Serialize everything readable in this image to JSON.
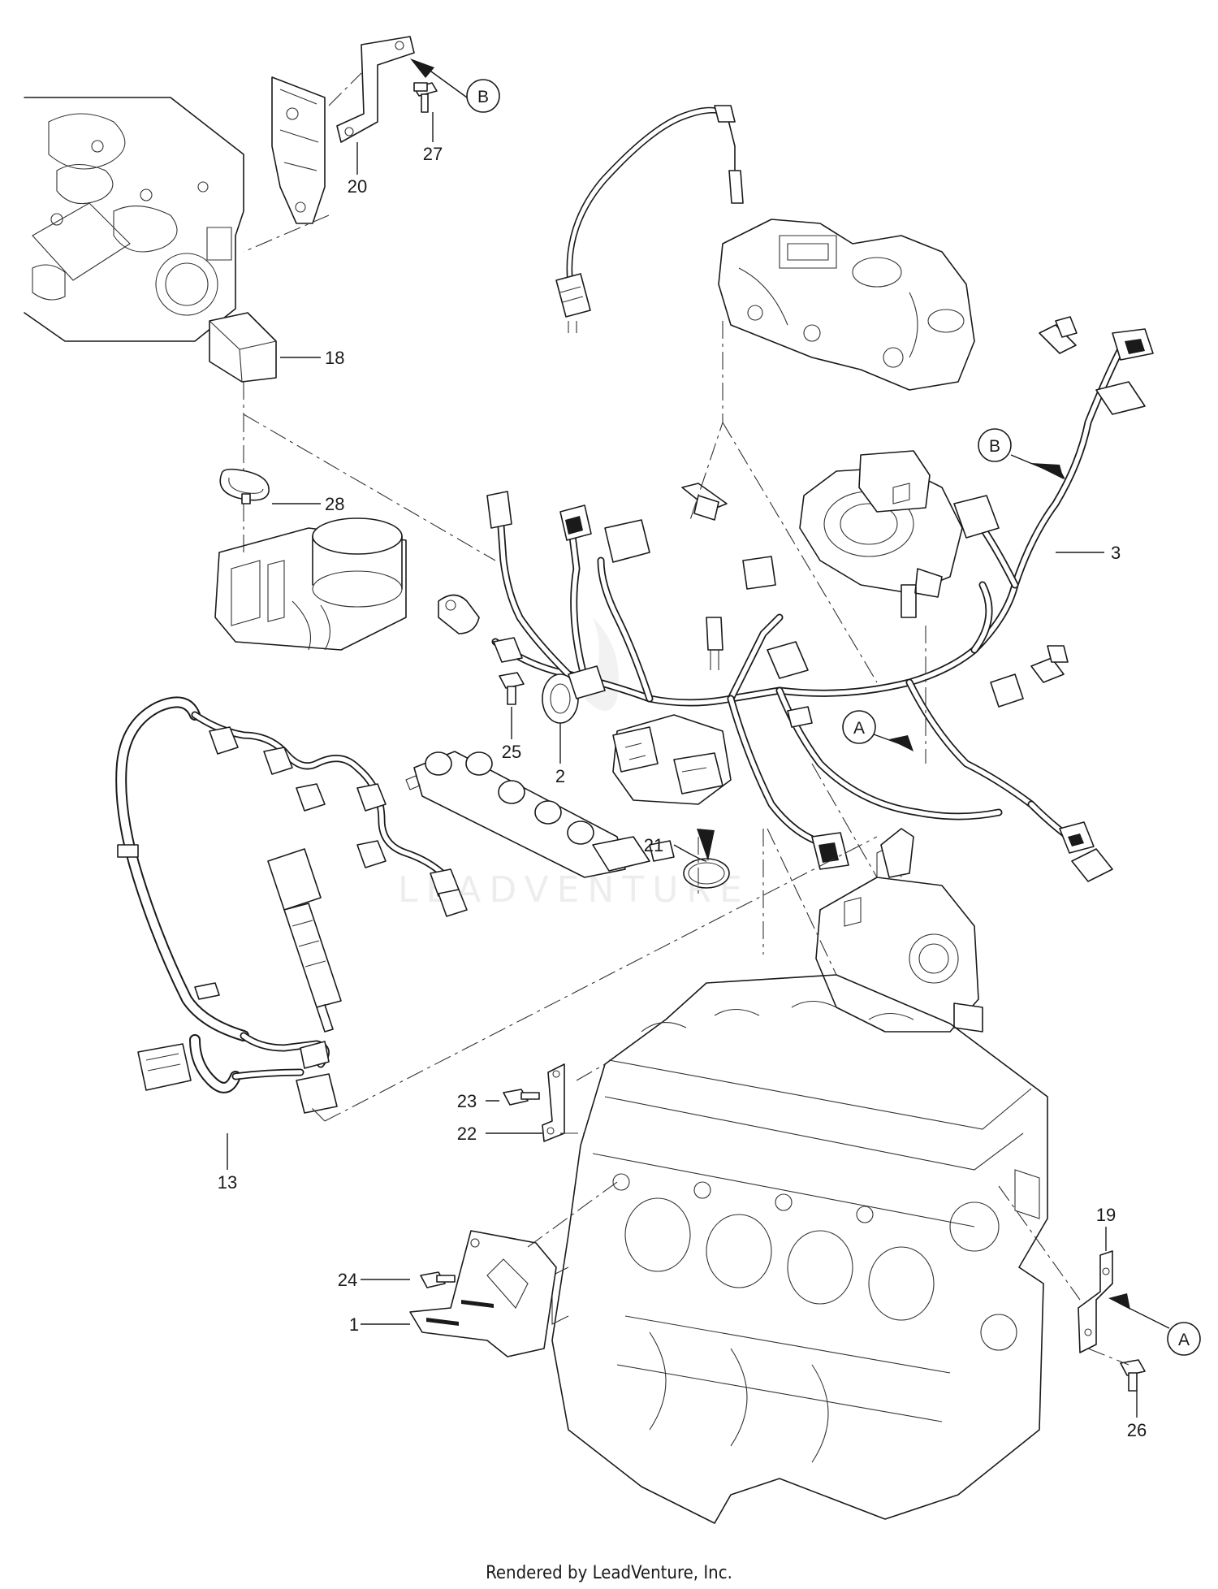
{
  "diagram": {
    "watermark_text": "LEADVENTURE",
    "footer_text": "Rendered by LeadVenture, Inc.",
    "callouts": {
      "c1": "1",
      "c2": "2",
      "c3": "3",
      "c13": "13",
      "c18": "18",
      "c19": "19",
      "c20": "20",
      "c21": "21",
      "c22": "22",
      "c23": "23",
      "c24": "24",
      "c25": "25",
      "c26": "26",
      "c27": "27",
      "c28": "28"
    },
    "references": {
      "b_top": "B",
      "b_right": "B",
      "a_mid": "A",
      "a_right": "A"
    }
  }
}
